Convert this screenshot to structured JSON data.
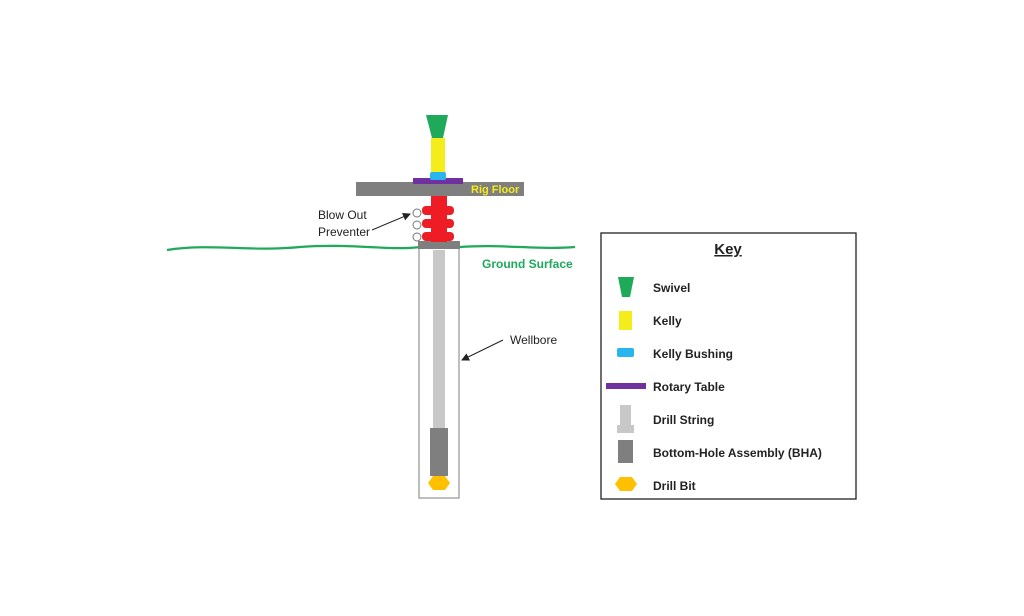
{
  "labels": {
    "rig_floor": "Rig Floor",
    "ground_surface": "Ground Surface",
    "bop_line1": "Blow Out",
    "bop_line2": "Preventer",
    "wellbore": "Wellbore"
  },
  "key": {
    "title": "Key",
    "items": [
      {
        "label": "Swivel",
        "icon": "swivel-icon",
        "color": "#1faa5a"
      },
      {
        "label": "Kelly",
        "icon": "kelly-icon",
        "color": "#f5ec1c"
      },
      {
        "label": "Kelly Bushing",
        "icon": "kelly-bushing-icon",
        "color": "#29b6ef"
      },
      {
        "label": "Rotary Table",
        "icon": "rotary-table-icon",
        "color": "#7030a0"
      },
      {
        "label": "Drill String",
        "icon": "drill-string-icon",
        "color": "#c8c8c8"
      },
      {
        "label": "Bottom-Hole Assembly (BHA)",
        "icon": "bha-icon",
        "color": "#7f7f7f"
      },
      {
        "label": "Drill Bit",
        "icon": "drill-bit-icon",
        "color": "#ffc000"
      }
    ]
  },
  "colors": {
    "rig_floor": "#7f7f7f",
    "rig_floor_text": "#f5ec1c",
    "ground": "#1faa5a",
    "bop": "#ee1c25",
    "wellbore_outline": "#9a9a9a"
  }
}
